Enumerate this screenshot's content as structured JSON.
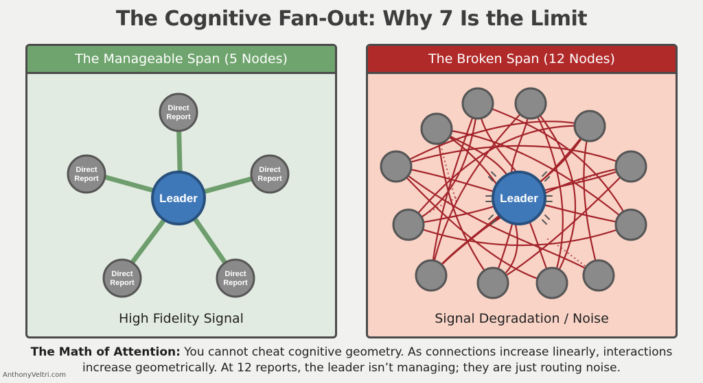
{
  "title": "The Cognitive Fan-Out: Why 7 Is the Limit",
  "left_panel": {
    "header": "The Manageable Span (5 Nodes)",
    "center_label": "Leader",
    "node_label_line1": "Direct",
    "node_label_line2": "Report",
    "caption": "High Fidelity Signal",
    "colors": {
      "header": "#6fa46e",
      "background": "#e2ebe1",
      "edge": "#6e9e6d",
      "leader": "#3f78b8",
      "node": "#8a8a8a"
    }
  },
  "right_panel": {
    "header": "The Broken Span (12 Nodes)",
    "center_label": "Leader",
    "caption": "Signal Degradation / Noise",
    "colors": {
      "header": "#b12a2a",
      "background": "#f8d3c6",
      "edge": "#a3232a",
      "leader": "#3f78b8",
      "node": "#8a8a8a"
    }
  },
  "footer": {
    "bold": "The Math of Attention:",
    "line1": " You cannot cheat cognitive geometry. As connections increase linearly, interactions",
    "line2": "increase geometrically. At 12 reports, the leader isn’t managing; they are just routing noise."
  },
  "watermark": "AnthonyVeltri.com"
}
